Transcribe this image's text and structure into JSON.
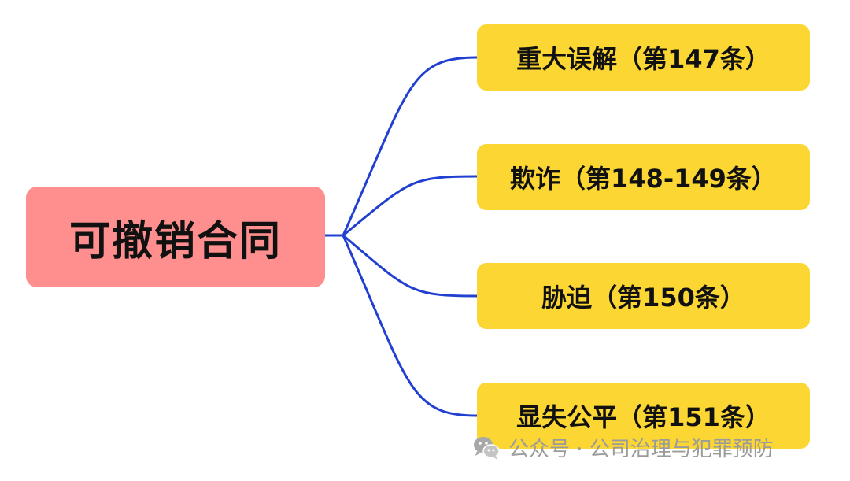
{
  "diagram": {
    "root": {
      "label": "可撤销合同",
      "color": "#FE8F8E"
    },
    "branches": [
      {
        "label": "重大误解（第147条）"
      },
      {
        "label": "欺诈（第148-149条）"
      },
      {
        "label": "胁迫（第150条）"
      },
      {
        "label": "显失公平（第151条）"
      }
    ],
    "branch_color": "#FCD733",
    "connector_color": "#2140D2"
  },
  "watermark": {
    "text": "公众号 · 公司治理与犯罪预防",
    "icon": "wechat-icon"
  }
}
